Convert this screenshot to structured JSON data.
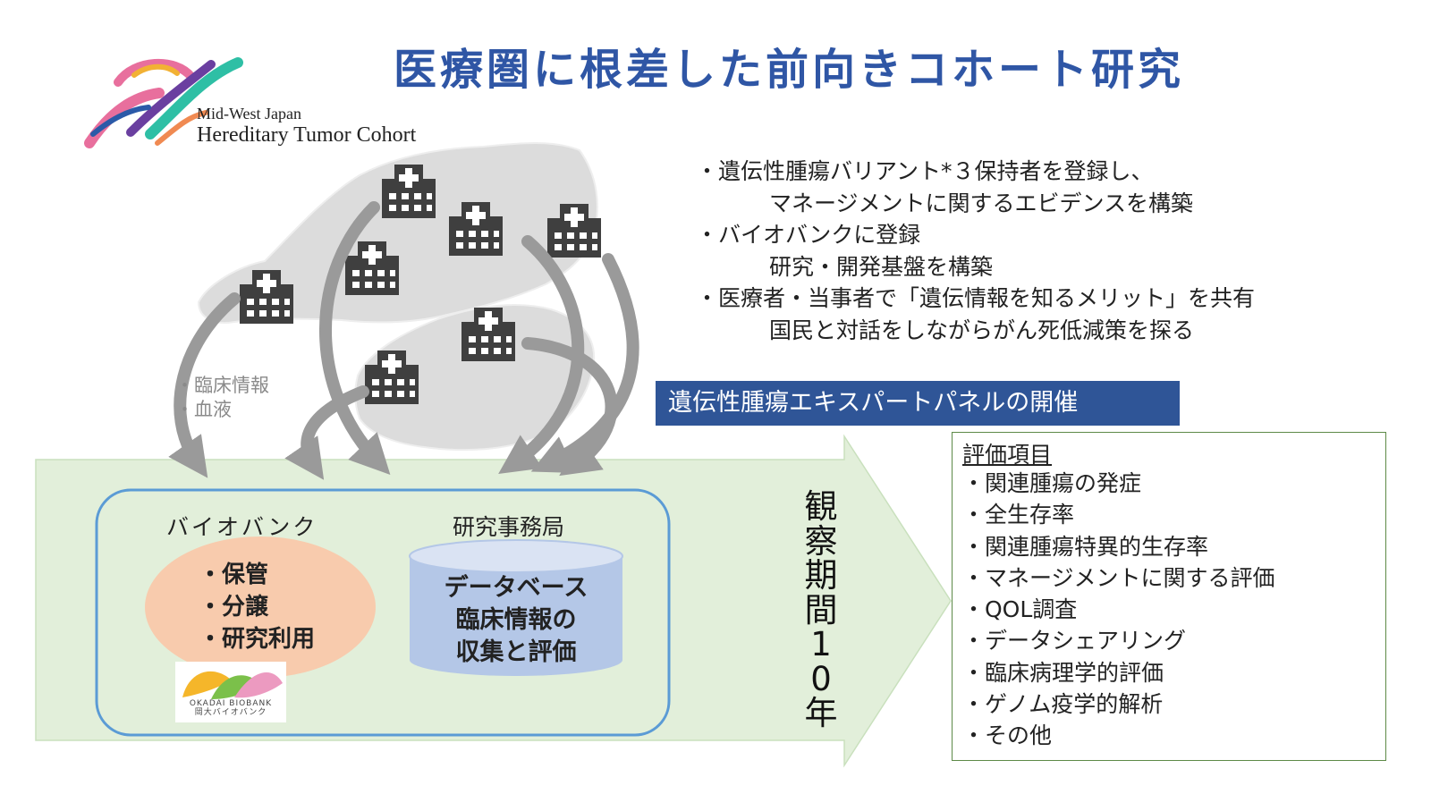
{
  "title": "医療圏に根差した前向きコホート研究",
  "logo": {
    "line1": "Mid-West Japan",
    "line2": "Hereditary Tumor Cohort"
  },
  "bullets": [
    {
      "text": "・遺伝性腫瘍バリアント*３保持者を登録し、",
      "indent": false
    },
    {
      "text": "マネージメントに関するエビデンスを構築",
      "indent": true
    },
    {
      "text": "・バイオバンクに登録",
      "indent": false
    },
    {
      "text": "研究・開発基盤を構築",
      "indent": true
    },
    {
      "text": "・医療者・当事者で「遺伝情報を知るメリット」を共有",
      "indent": false
    },
    {
      "text": "国民と対話をしながらがん死低減策を探る",
      "indent": true
    }
  ],
  "panel_banner": "遺伝性腫瘍エキスパートパネルの開催",
  "flow_labels": {
    "line1": "・臨床情報",
    "line2": "・血液"
  },
  "evaluation": {
    "title": "評価項目",
    "items": [
      "・関連腫瘍の発症",
      "・全生存率",
      "・関連腫瘍特異的生存率",
      "・マネージメントに関する評価",
      "・QOL調査",
      "・データシェアリング",
      "・臨床病理学的評価",
      "・ゲノム疫学的解析",
      "・その他"
    ]
  },
  "observation": "観察期間10年",
  "biobank": {
    "label": "バイオバンク",
    "items": [
      "・保管",
      "・分譲",
      "・研究利用"
    ],
    "logo_line1": "OKADAI BIOBANK",
    "logo_line2": "岡大バイオバンク"
  },
  "office": {
    "label": "研究事務局",
    "db_lines": [
      "データベース",
      "臨床情報の",
      "収集と評価"
    ]
  },
  "colors": {
    "title": "#2f56a5",
    "banner_bg": "#2f5597",
    "arrow_fill": "#e2efda",
    "arrow_border": "#c9e0bd",
    "inner_border": "#5b9bd5",
    "biobank_ellipse": "#f8cbad",
    "database": "#b4c7e7",
    "database_top": "#dae3f3",
    "map": "#dcdcdc",
    "hospital": "#3f3f3f",
    "flow_arrow": "#9a9a9a",
    "eval_border": "#5d8a47"
  },
  "icons": [
    "logo-ribbon-icon",
    "hospital-icon",
    "okadai-logo-icon"
  ]
}
